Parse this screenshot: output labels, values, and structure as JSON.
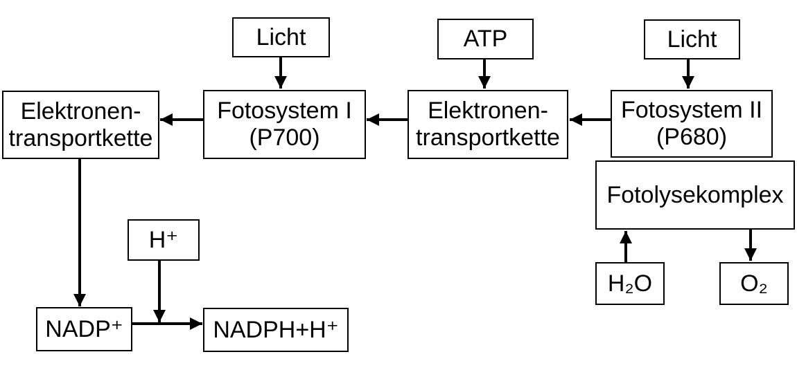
{
  "diagram": {
    "colors": {
      "background": "#ffffff",
      "line": "#000000",
      "text": "#000000"
    },
    "boxes": {
      "licht1": {
        "label": "Licht"
      },
      "atp": {
        "label": "ATP"
      },
      "licht2": {
        "label": "Licht"
      },
      "etk_left": {
        "line1": "Elektronen-",
        "line2": "transportkette"
      },
      "fs1": {
        "line1": "Fotosystem I",
        "line2": "(P700)"
      },
      "etk_mid": {
        "line1": "Elektronen-",
        "line2": "transportkette"
      },
      "fs2": {
        "line1": "Fotosystem II",
        "line2": "(P680)"
      },
      "fotolyse": {
        "label": "Fotolysekomplex"
      },
      "h2o": {
        "label": "H₂O"
      },
      "o2": {
        "label": "O₂"
      },
      "hplus": {
        "label": "H⁺"
      },
      "nadp": {
        "label": "NADP⁺"
      },
      "nadph": {
        "label": "NADPH+H⁺"
      }
    },
    "edges": [
      {
        "from": "licht1",
        "to": "fs1"
      },
      {
        "from": "atp",
        "to": "etk_mid"
      },
      {
        "from": "licht2",
        "to": "fs2"
      },
      {
        "from": "fs2",
        "to": "etk_mid"
      },
      {
        "from": "etk_mid",
        "to": "fs1"
      },
      {
        "from": "fs1",
        "to": "etk_left"
      },
      {
        "from": "etk_left",
        "to": "nadp"
      },
      {
        "from": "hplus",
        "to": "nadp-nadph-arrow"
      },
      {
        "from": "nadp",
        "to": "nadph"
      },
      {
        "from": "h2o",
        "to": "fotolyse"
      },
      {
        "from": "fotolyse",
        "to": "o2"
      }
    ]
  }
}
